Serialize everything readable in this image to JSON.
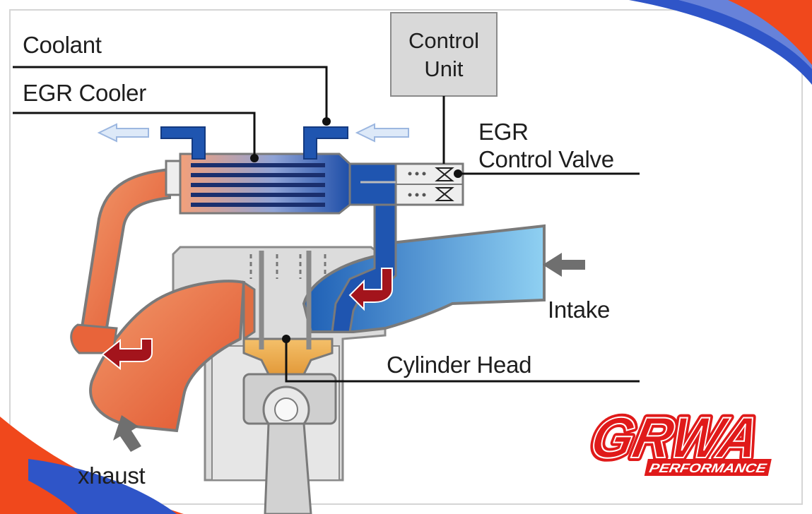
{
  "labels": {
    "coolant": "Coolant",
    "egr_cooler": "EGR Cooler",
    "control_unit_line1": "Control",
    "control_unit_line2": "Unit",
    "egr_valve_line1": "EGR",
    "egr_valve_line2": "Control Valve",
    "intake": "Intake",
    "cylinder_head": "Cylinder Head",
    "exhaust": "xhaust"
  },
  "logo": {
    "main": "GRWA",
    "sub": "PERFORMANCE"
  },
  "colors": {
    "exhaust_orange": "#e8643a",
    "exhaust_light": "#f5a37c",
    "egr_blue": "#1f4fa8",
    "intake_light_blue": "#7cc4ec",
    "engine_gray": "#dcdcdc",
    "arrow_red": "#a3141c",
    "corner_orange": "#f0481c",
    "corner_blue": "#2f55c8",
    "logo_red": "#e01a1a"
  }
}
